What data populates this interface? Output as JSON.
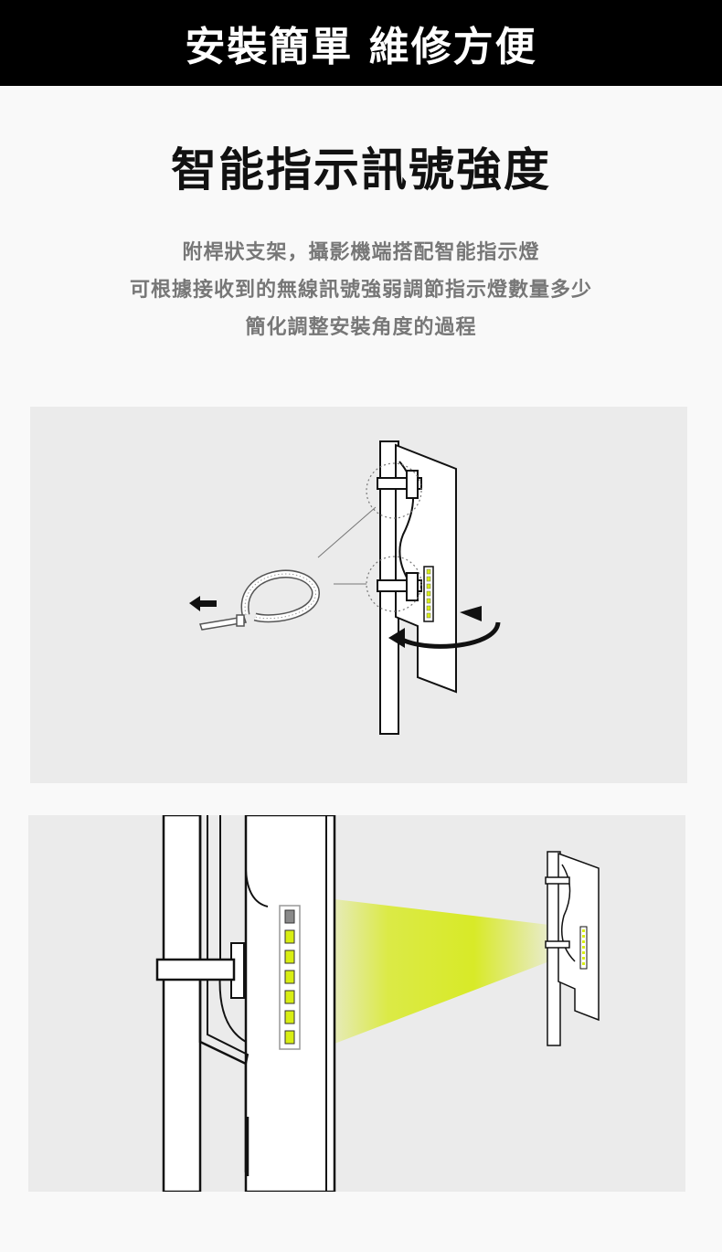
{
  "banner": {
    "title": "安裝簡單 維修方便"
  },
  "section": {
    "title": "智能指示訊號強度",
    "lines": [
      "附桿狀支架，攝影機端搭配智能指示燈",
      "可根據接收到的無線訊號強弱調節指示燈數量多少",
      "簡化調整安裝角度的過程"
    ]
  },
  "colors": {
    "banner_bg": "#000000",
    "signal_beam": "#d7ea1d",
    "indicator_led": "#d8ee13",
    "panel_bg": "#ebebeb"
  },
  "indicator": {
    "lit_leds": 6,
    "total_leds": 7
  }
}
